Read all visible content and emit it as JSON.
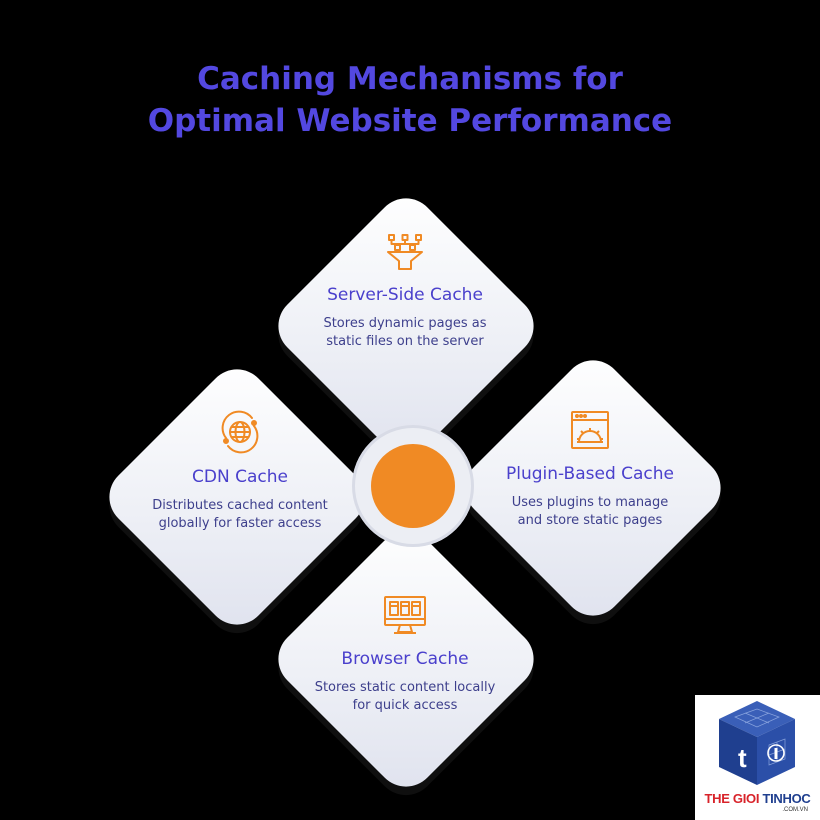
{
  "title": {
    "line1": "Caching Mechanisms for",
    "line2": "Optimal Website Performance"
  },
  "cards": [
    {
      "icon": "funnel-network-icon",
      "title": "Server-Side Cache",
      "desc_line1": "Stores dynamic pages as",
      "desc_line2": "static files on the server"
    },
    {
      "icon": "globe-icon",
      "title": "CDN Cache",
      "desc_line1": "Distributes cached content",
      "desc_line2": "globally for faster access"
    },
    {
      "icon": "plugin-window-icon",
      "title": "Plugin-Based Cache",
      "desc_line1": "Uses plugins to manage",
      "desc_line2": "and store static pages"
    },
    {
      "icon": "monitor-icon",
      "title": "Browser Cache",
      "desc_line1": "Stores static content locally",
      "desc_line2": "for quick access"
    }
  ],
  "logo": {
    "brand_part1": "THE GIOI ",
    "brand_part2": "TINHOC",
    "domain": ".COM.VN"
  },
  "colors": {
    "title": "#5348e0",
    "card_title": "#4a40cc",
    "icon": "#f08a24",
    "hub": "#f08a24",
    "logo_red": "#d8232a",
    "logo_blue": "#1f3f8f"
  }
}
